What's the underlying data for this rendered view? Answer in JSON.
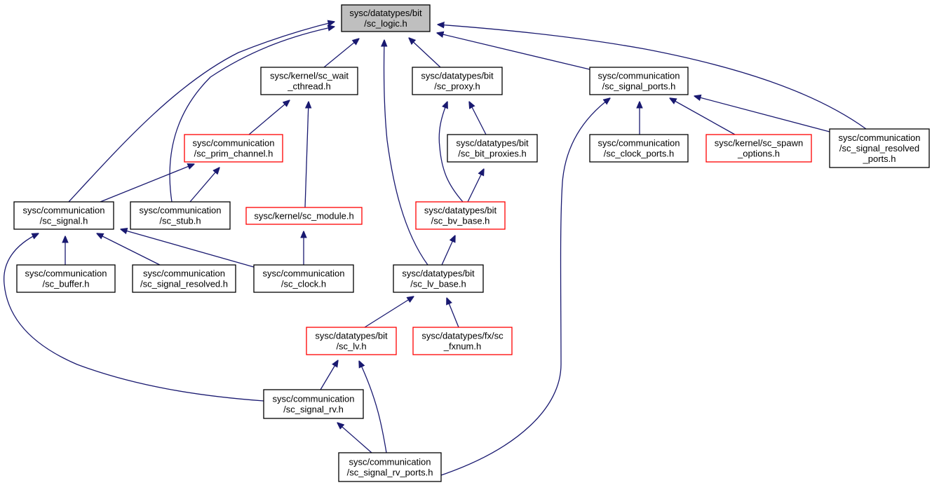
{
  "colors": {
    "edge": "#191970",
    "node_border": "#000000",
    "node_border_truncated": "#ff0000",
    "root_fill": "#bfbfbf",
    "node_fill": "#ffffff"
  },
  "nodes": [
    {
      "id": "sc_logic",
      "lines": [
        "sysc/datatypes/bit",
        "/sc_logic.h"
      ],
      "style": "root"
    },
    {
      "id": "sc_wait_cthread",
      "lines": [
        "sysc/kernel/sc_wait",
        "_cthread.h"
      ],
      "style": "normal"
    },
    {
      "id": "sc_proxy",
      "lines": [
        "sysc/datatypes/bit",
        "/sc_proxy.h"
      ],
      "style": "normal"
    },
    {
      "id": "sc_signal_ports",
      "lines": [
        "sysc/communication",
        "/sc_signal_ports.h"
      ],
      "style": "normal"
    },
    {
      "id": "sc_prim_channel",
      "lines": [
        "sysc/communication",
        "/sc_prim_channel.h"
      ],
      "style": "truncated"
    },
    {
      "id": "sc_bit_proxies",
      "lines": [
        "sysc/datatypes/bit",
        "/sc_bit_proxies.h"
      ],
      "style": "normal"
    },
    {
      "id": "sc_clock_ports",
      "lines": [
        "sysc/communication",
        "/sc_clock_ports.h"
      ],
      "style": "normal"
    },
    {
      "id": "sc_spawn_options",
      "lines": [
        "sysc/kernel/sc_spawn",
        "_options.h"
      ],
      "style": "truncated"
    },
    {
      "id": "sc_signal_resolved_ports",
      "lines": [
        "sysc/communication",
        "/sc_signal_resolved",
        "_ports.h"
      ],
      "style": "normal"
    },
    {
      "id": "sc_signal",
      "lines": [
        "sysc/communication",
        "/sc_signal.h"
      ],
      "style": "normal"
    },
    {
      "id": "sc_stub",
      "lines": [
        "sysc/communication",
        "/sc_stub.h"
      ],
      "style": "normal"
    },
    {
      "id": "sc_module",
      "lines": [
        "sysc/kernel/sc_module.h"
      ],
      "style": "truncated"
    },
    {
      "id": "sc_bv_base",
      "lines": [
        "sysc/datatypes/bit",
        "/sc_bv_base.h"
      ],
      "style": "truncated"
    },
    {
      "id": "sc_buffer",
      "lines": [
        "sysc/communication",
        "/sc_buffer.h"
      ],
      "style": "normal"
    },
    {
      "id": "sc_signal_resolved",
      "lines": [
        "sysc/communication",
        "/sc_signal_resolved.h"
      ],
      "style": "normal"
    },
    {
      "id": "sc_clock",
      "lines": [
        "sysc/communication",
        "/sc_clock.h"
      ],
      "style": "normal"
    },
    {
      "id": "sc_lv_base",
      "lines": [
        "sysc/datatypes/bit",
        "/sc_lv_base.h"
      ],
      "style": "normal"
    },
    {
      "id": "sc_lv",
      "lines": [
        "sysc/datatypes/bit",
        "/sc_lv.h"
      ],
      "style": "truncated"
    },
    {
      "id": "sc_fxnum",
      "lines": [
        "sysc/datatypes/fx/sc",
        "_fxnum.h"
      ],
      "style": "truncated"
    },
    {
      "id": "sc_signal_rv",
      "lines": [
        "sysc/communication",
        "/sc_signal_rv.h"
      ],
      "style": "normal"
    },
    {
      "id": "sc_signal_rv_ports",
      "lines": [
        "sysc/communication",
        "/sc_signal_rv_ports.h"
      ],
      "style": "normal"
    }
  ],
  "edges": [
    {
      "from": "sc_wait_cthread",
      "to": "sc_logic"
    },
    {
      "from": "sc_proxy",
      "to": "sc_logic"
    },
    {
      "from": "sc_signal_ports",
      "to": "sc_logic"
    },
    {
      "from": "sc_signal_resolved_ports",
      "to": "sc_logic"
    },
    {
      "from": "sc_signal",
      "to": "sc_logic"
    },
    {
      "from": "sc_stub",
      "to": "sc_logic"
    },
    {
      "from": "sc_lv_base",
      "to": "sc_logic"
    },
    {
      "from": "sc_prim_channel",
      "to": "sc_wait_cthread"
    },
    {
      "from": "sc_module",
      "to": "sc_wait_cthread"
    },
    {
      "from": "sc_bit_proxies",
      "to": "sc_proxy"
    },
    {
      "from": "sc_bv_base",
      "to": "sc_proxy"
    },
    {
      "from": "sc_bv_base",
      "to": "sc_bit_proxies"
    },
    {
      "from": "sc_clock_ports",
      "to": "sc_signal_ports"
    },
    {
      "from": "sc_spawn_options",
      "to": "sc_signal_ports"
    },
    {
      "from": "sc_signal_resolved_ports",
      "to": "sc_signal_ports"
    },
    {
      "from": "sc_signal_rv_ports",
      "to": "sc_signal_ports"
    },
    {
      "from": "sc_signal",
      "to": "sc_prim_channel"
    },
    {
      "from": "sc_stub",
      "to": "sc_prim_channel"
    },
    {
      "from": "sc_clock",
      "to": "sc_module"
    },
    {
      "from": "sc_lv_base",
      "to": "sc_bv_base"
    },
    {
      "from": "sc_buffer",
      "to": "sc_signal"
    },
    {
      "from": "sc_signal_resolved",
      "to": "sc_signal"
    },
    {
      "from": "sc_clock",
      "to": "sc_signal"
    },
    {
      "from": "sc_signal_rv",
      "to": "sc_signal"
    },
    {
      "from": "sc_lv",
      "to": "sc_lv_base"
    },
    {
      "from": "sc_fxnum",
      "to": "sc_lv_base"
    },
    {
      "from": "sc_signal_rv",
      "to": "sc_lv"
    },
    {
      "from": "sc_signal_rv_ports",
      "to": "sc_lv"
    },
    {
      "from": "sc_signal_rv_ports",
      "to": "sc_signal_rv"
    }
  ]
}
